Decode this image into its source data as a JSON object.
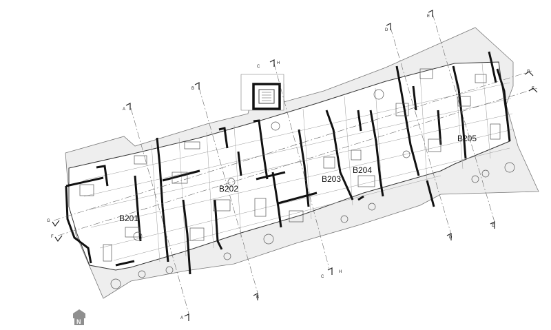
{
  "units": [
    {
      "id": "B201"
    },
    {
      "id": "B202"
    },
    {
      "id": "B203"
    },
    {
      "id": "B204"
    },
    {
      "id": "B205"
    }
  ],
  "sections": {
    "A": "A",
    "B": "B",
    "C": "C",
    "D": "D",
    "E": "E",
    "F": "F",
    "G": "G",
    "H": "H"
  },
  "north": "N",
  "colors": {
    "terrace_fill": "#eeeeee",
    "wall": "#111111",
    "thin_line": "#888888",
    "north_badge": "#8f8f8f"
  }
}
